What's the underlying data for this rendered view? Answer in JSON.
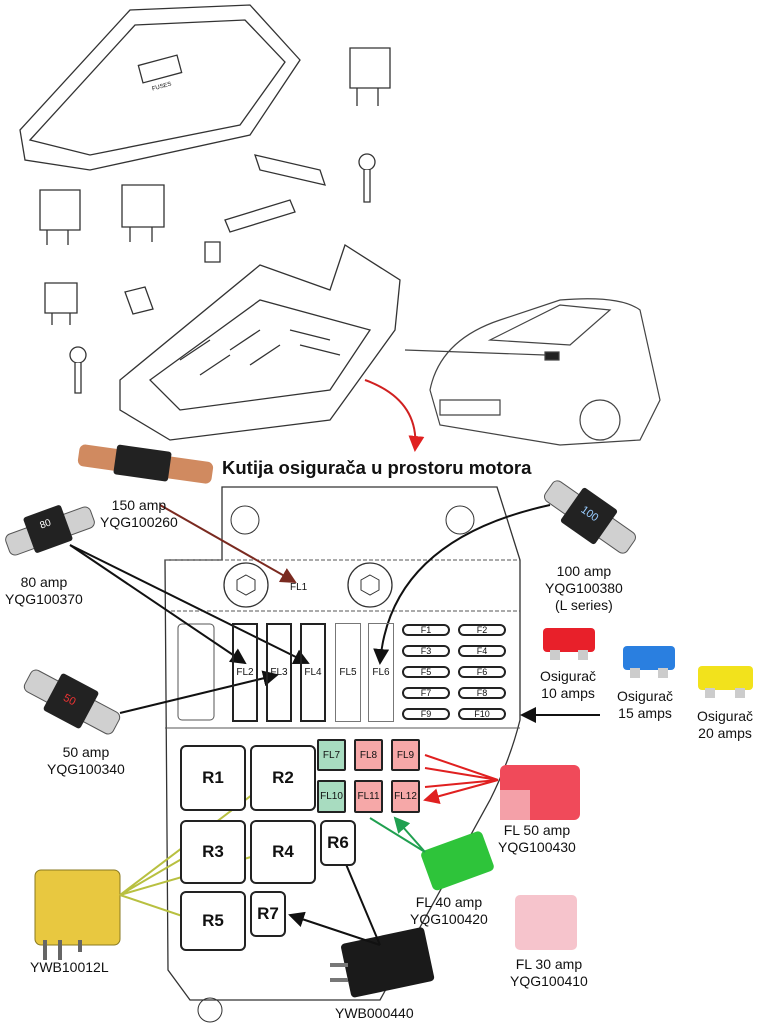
{
  "title": "Kutija osigurača u prostoru motora",
  "top_drawing_label": "FUSES",
  "fuse_box": {
    "fl1": "FL1",
    "maxi_fuses": [
      "FL2",
      "FL3",
      "FL4",
      "FL5",
      "FL6"
    ],
    "mini_fuses": [
      "F1",
      "F2",
      "F3",
      "F4",
      "F5",
      "F6",
      "F7",
      "F8",
      "F9",
      "F10"
    ],
    "relays": {
      "r1": "R1",
      "r2": "R2",
      "r3": "R3",
      "r4": "R4",
      "r5": "R5",
      "r6": "R6",
      "r7": "R7"
    },
    "cartridge_fuses": [
      {
        "label": "FL7",
        "color": "#a8dcc0"
      },
      {
        "label": "FL8",
        "color": "#f6a8a8"
      },
      {
        "label": "FL9",
        "color": "#f6a8a8"
      },
      {
        "label": "FL10",
        "color": "#a8dcc0"
      },
      {
        "label": "FL11",
        "color": "#f6a8a8"
      },
      {
        "label": "FL12",
        "color": "#f6a8a8"
      }
    ]
  },
  "parts": {
    "fuse_150": {
      "line1": "150 amp",
      "line2": "YQG100260",
      "marking": ""
    },
    "fuse_80": {
      "line1": "80 amp",
      "line2": "YQG100370",
      "marking": "80"
    },
    "fuse_100": {
      "line1": "100 amp",
      "line2": "YQG100380",
      "line3": "(L series)",
      "marking": "100"
    },
    "fuse_50": {
      "line1": "50 amp",
      "line2": "YQG100340",
      "marking": "50"
    },
    "blade_10": {
      "line1": "Osigurač",
      "line2": "10 amps",
      "color": "#e8202a"
    },
    "blade_15": {
      "line1": "Osigurač",
      "line2": "15 amps",
      "color": "#2a7fe0"
    },
    "blade_20": {
      "line1": "Osigurač",
      "line2": "20 amps",
      "color": "#f2e21c"
    },
    "fl50": {
      "line1": "FL 50 amp",
      "line2": "YQG100430",
      "color": "#f04a5a"
    },
    "fl40": {
      "line1": "FL 40 amp",
      "line2": "YQG100420",
      "color": "#2ec43a"
    },
    "fl30": {
      "line1": "FL 30 amp",
      "line2": "YQG100410",
      "color": "#f6c4cc"
    },
    "relay_yellow": {
      "label": "YWB10012L",
      "color": "#e8c840"
    },
    "relay_black": {
      "label": "YWB000440"
    }
  },
  "arrow_colors": {
    "brown": "#7a2a20",
    "black": "#111111",
    "red": "#e02020",
    "green": "#20a050",
    "yellow": "#b8c040"
  }
}
